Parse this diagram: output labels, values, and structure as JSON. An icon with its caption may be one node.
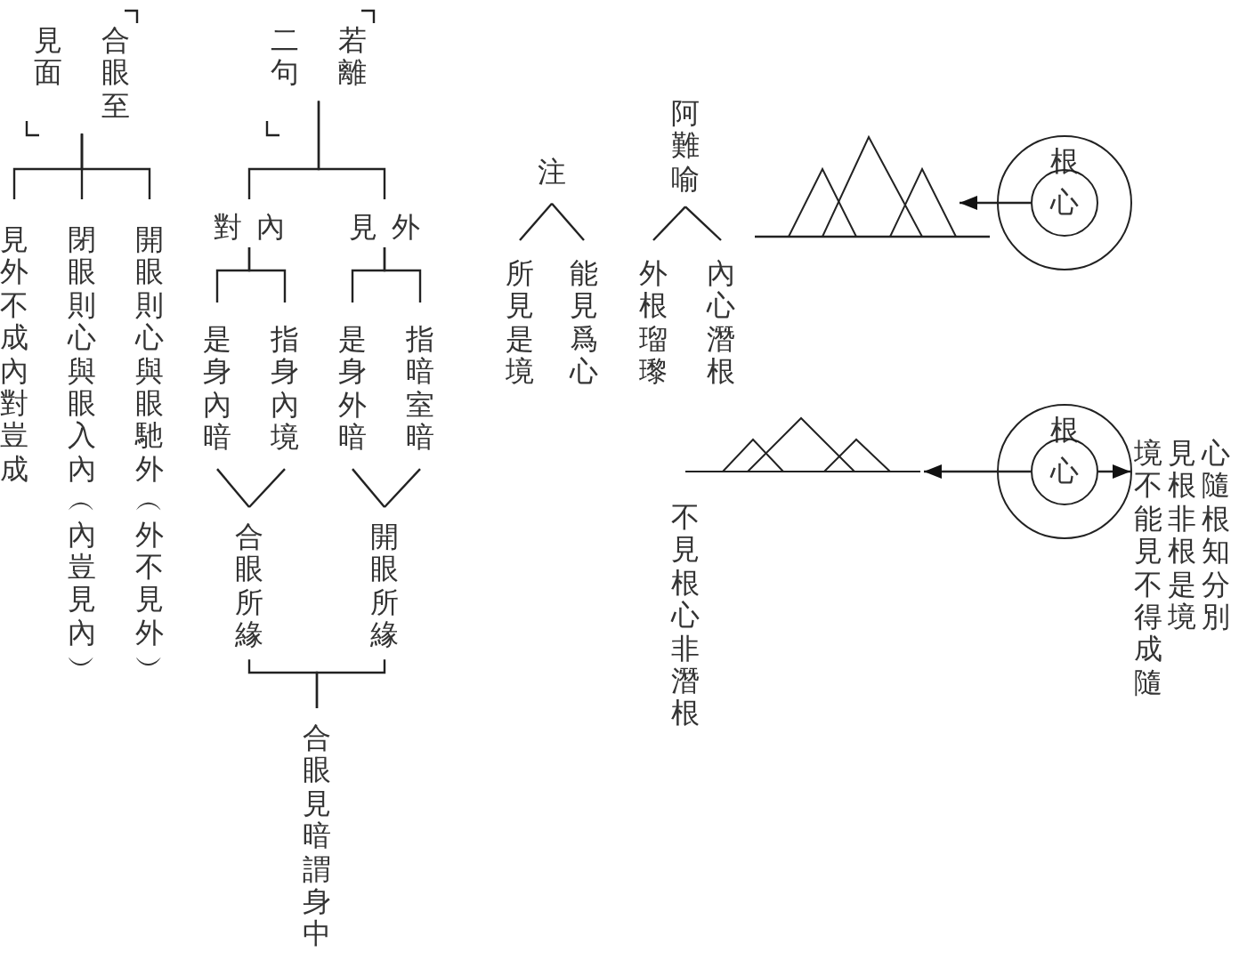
{
  "diagram": {
    "nodes": [
      {
        "text": [
          "見面",
          "合眼至"
        ]
      },
      {
        "text": [
          "見外不成內對豈成"
        ]
      },
      {
        "text": [
          "閉眼則心與眼入內︵內豈見內︶"
        ]
      },
      {
        "text": [
          "開眼則心與眼馳外︵外不見外︶"
        ]
      },
      {
        "text": [
          "二句",
          "若離"
        ]
      },
      {
        "text": [
          "對內"
        ]
      },
      {
        "text": [
          "見外"
        ]
      },
      {
        "text": [
          "是身內暗"
        ]
      },
      {
        "text": [
          "指身內境"
        ]
      },
      {
        "text": [
          "是身外暗"
        ]
      },
      {
        "text": [
          "指暗室暗"
        ]
      },
      {
        "text": [
          "合眼所緣"
        ]
      },
      {
        "text": [
          "開眼所緣"
        ]
      },
      {
        "text": [
          "合眼見暗謂身中"
        ]
      },
      {
        "text": [
          "注"
        ]
      },
      {
        "text": [
          "所見是境"
        ]
      },
      {
        "text": [
          "能見爲心"
        ]
      },
      {
        "text": [
          "阿難喻"
        ]
      },
      {
        "text": [
          "外根瑠瓈"
        ]
      },
      {
        "text": [
          "內心潛根"
        ]
      },
      {
        "text": [],
        "shape": "triangles"
      },
      {
        "text": [
          "根"
        ]
      },
      {
        "text": [
          "心"
        ],
        "in": 21
      },
      {
        "text": [],
        "shape": "triangles"
      },
      {
        "text": [
          "根"
        ]
      },
      {
        "text": [
          "心"
        ],
        "in": 24
      }
    ],
    "edges": [
      {
        "from": 0,
        "to": 1,
        "arrow": "none"
      },
      {
        "from": 0,
        "to": 2,
        "arrow": "none"
      },
      {
        "from": 0,
        "to": 3,
        "arrow": "none"
      },
      {
        "from": 4,
        "to": 5,
        "arrow": "none"
      },
      {
        "from": 4,
        "to": 6,
        "arrow": "none"
      },
      {
        "from": 5,
        "to": 7,
        "arrow": "none"
      },
      {
        "from": 5,
        "to": 8,
        "arrow": "none"
      },
      {
        "from": 6,
        "to": 9,
        "arrow": "none"
      },
      {
        "from": 6,
        "to": 10,
        "arrow": "none"
      },
      {
        "from": 7,
        "to": 11,
        "arrow": "none"
      },
      {
        "from": 8,
        "to": 11,
        "arrow": "none"
      },
      {
        "from": 9,
        "to": 12,
        "arrow": "none"
      },
      {
        "from": 10,
        "to": 12,
        "arrow": "none"
      },
      {
        "from": 11,
        "to": 13,
        "arrow": "none"
      },
      {
        "from": 12,
        "to": 13,
        "arrow": "none"
      },
      {
        "from": 14,
        "to": 15,
        "arrow": "none"
      },
      {
        "from": 14,
        "to": 16,
        "arrow": "none"
      },
      {
        "from": 17,
        "to": 18,
        "arrow": "none"
      },
      {
        "from": 17,
        "to": 19,
        "arrow": "none"
      },
      {
        "from": 22,
        "to": 20,
        "arrow": "to"
      },
      {
        "from": 25,
        "to": 23,
        "arrow": "to"
      },
      {
        "from": 25,
        "to": 24,
        "arrow": "to"
      }
    ],
    "labels": [
      "不見根心非潛根",
      "心隨根知分別",
      "見根非根是境",
      "境不能見不得成隨"
    ]
  }
}
